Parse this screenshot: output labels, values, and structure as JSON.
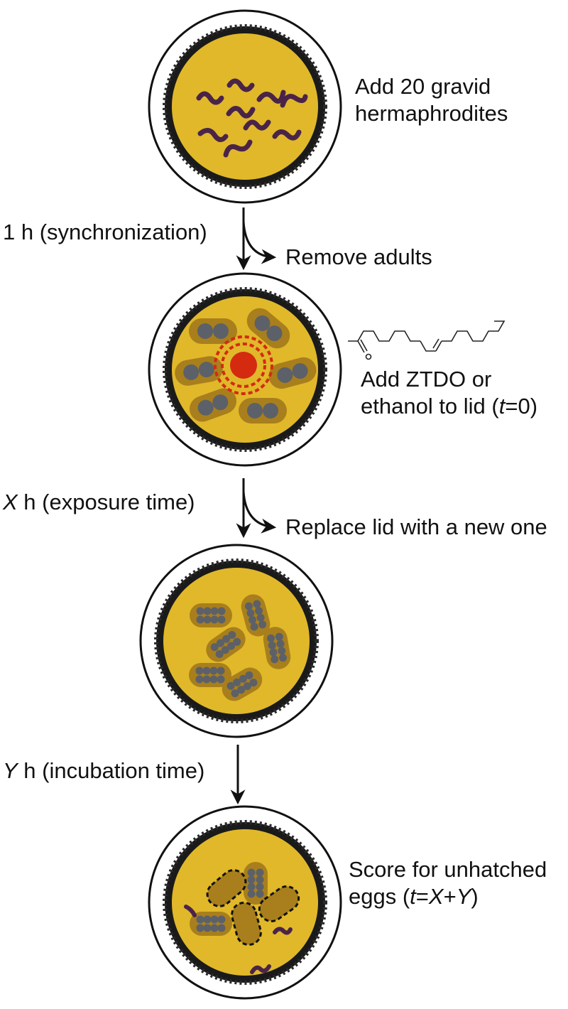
{
  "steps": [
    {
      "id": "step1",
      "label_lines": [
        "Add 20 gravid",
        "hermaphrodites"
      ]
    },
    {
      "id": "step2",
      "label_lines": [
        "Add ZTDO or",
        "ethanol to lid (",
        "t",
        "=0)"
      ]
    },
    {
      "id": "step3",
      "label_lines": []
    },
    {
      "id": "step4",
      "label_lines": [
        "Score for unhatched",
        "eggs (",
        "t",
        "=",
        "X",
        "+",
        "Y",
        ")"
      ]
    }
  ],
  "transitions": {
    "t1": {
      "time": "1 h (synchronization)",
      "side_action": "Remove adults"
    },
    "t2": {
      "var": "X",
      "time": " h (exposure time)",
      "side_action": "Replace lid with a new one"
    },
    "t3": {
      "var": "Y",
      "time": " h (incubation time)"
    }
  },
  "colors": {
    "agar": "#e0b82a",
    "worm": "#4a2448",
    "egg": "#5c6068",
    "egg_cluster": "#a87f1c",
    "compound": "#d42a10",
    "compound_ring": "#d42a10",
    "rim": "#1a1a1a"
  }
}
